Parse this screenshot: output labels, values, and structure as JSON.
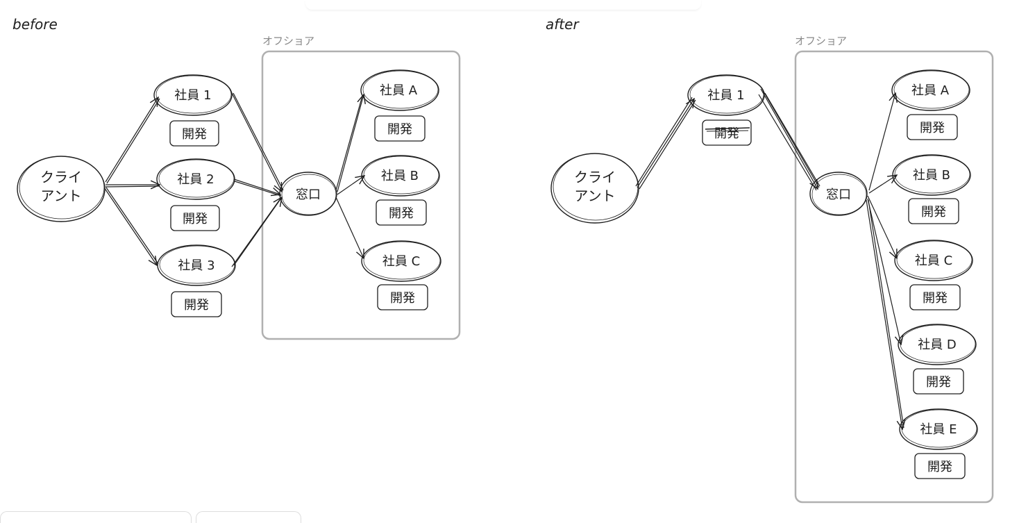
{
  "before": {
    "title": "before",
    "offshore_label": "オフショア",
    "client": {
      "line1": "クライ",
      "line2": "アント"
    },
    "employees": [
      {
        "name": "社員 1",
        "tag": "開発"
      },
      {
        "name": "社員 2",
        "tag": "開発"
      },
      {
        "name": "社員 3",
        "tag": "開発"
      }
    ],
    "window": "窓口",
    "offshore_employees": [
      {
        "name": "社員 A",
        "tag": "開発"
      },
      {
        "name": "社員 B",
        "tag": "開発"
      },
      {
        "name": "社員 C",
        "tag": "開発"
      }
    ]
  },
  "after": {
    "title": "after",
    "offshore_label": "オフショア",
    "client": {
      "line1": "クライ",
      "line2": "アント"
    },
    "employee": {
      "name": "社員 1",
      "tag": "開発",
      "tag_struck": true
    },
    "window": "窓口",
    "offshore_employees": [
      {
        "name": "社員 A",
        "tag": "開発"
      },
      {
        "name": "社員 B",
        "tag": "開発"
      },
      {
        "name": "社員 C",
        "tag": "開発"
      },
      {
        "name": "社員 D",
        "tag": "開発"
      },
      {
        "name": "社員 E",
        "tag": "開発"
      }
    ]
  },
  "colors": {
    "stroke": "#1e1e1e",
    "frame": "#b0b0b0",
    "label_gray": "#888888"
  }
}
